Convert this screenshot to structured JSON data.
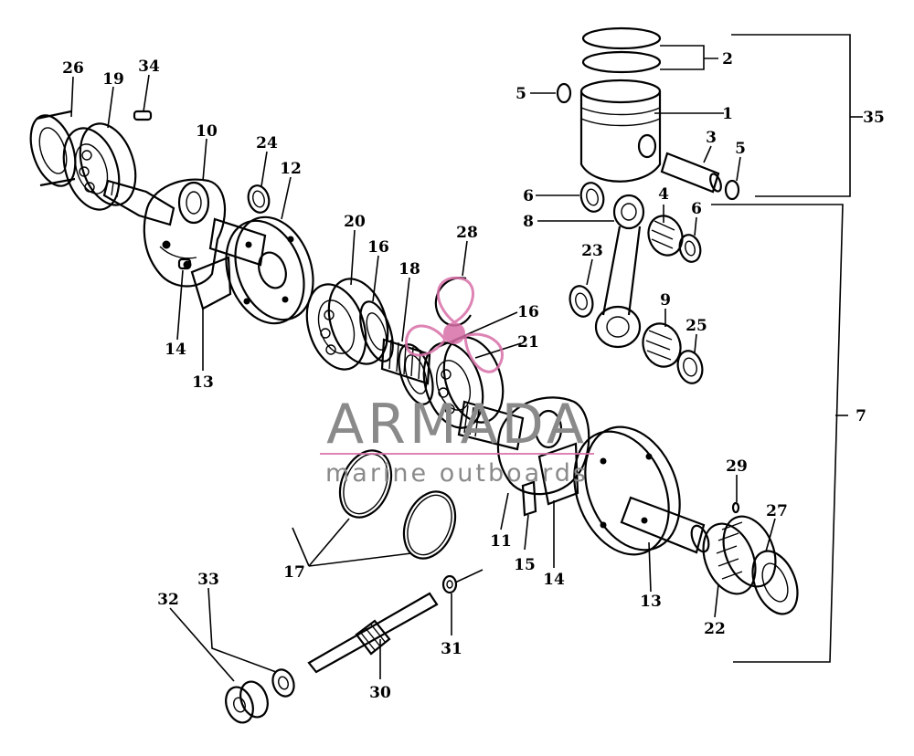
{
  "diagram": {
    "callouts": {
      "c1": "1",
      "c2": "2",
      "c3": "3",
      "c4": "4",
      "c5a": "5",
      "c5b": "5",
      "c6a": "6",
      "c6b": "6",
      "c7": "7",
      "c8": "8",
      "c9": "9",
      "c10": "10",
      "c11": "11",
      "c12": "12",
      "c13a": "13",
      "c13b": "13",
      "c14a": "14",
      "c14b": "14",
      "c15": "15",
      "c16a": "16",
      "c16b": "16",
      "c17": "17",
      "c18": "18",
      "c19": "19",
      "c20": "20",
      "c21": "21",
      "c22": "22",
      "c23": "23",
      "c24": "24",
      "c25": "25",
      "c26": "26",
      "c27": "27",
      "c28": "28",
      "c29": "29",
      "c30": "30",
      "c31": "31",
      "c32": "32",
      "c33": "33",
      "c34": "34",
      "c35": "35"
    }
  },
  "watermark": {
    "brand": "ARMADA",
    "tagline": "marine outboards",
    "accent_color": "#d86fa8"
  }
}
